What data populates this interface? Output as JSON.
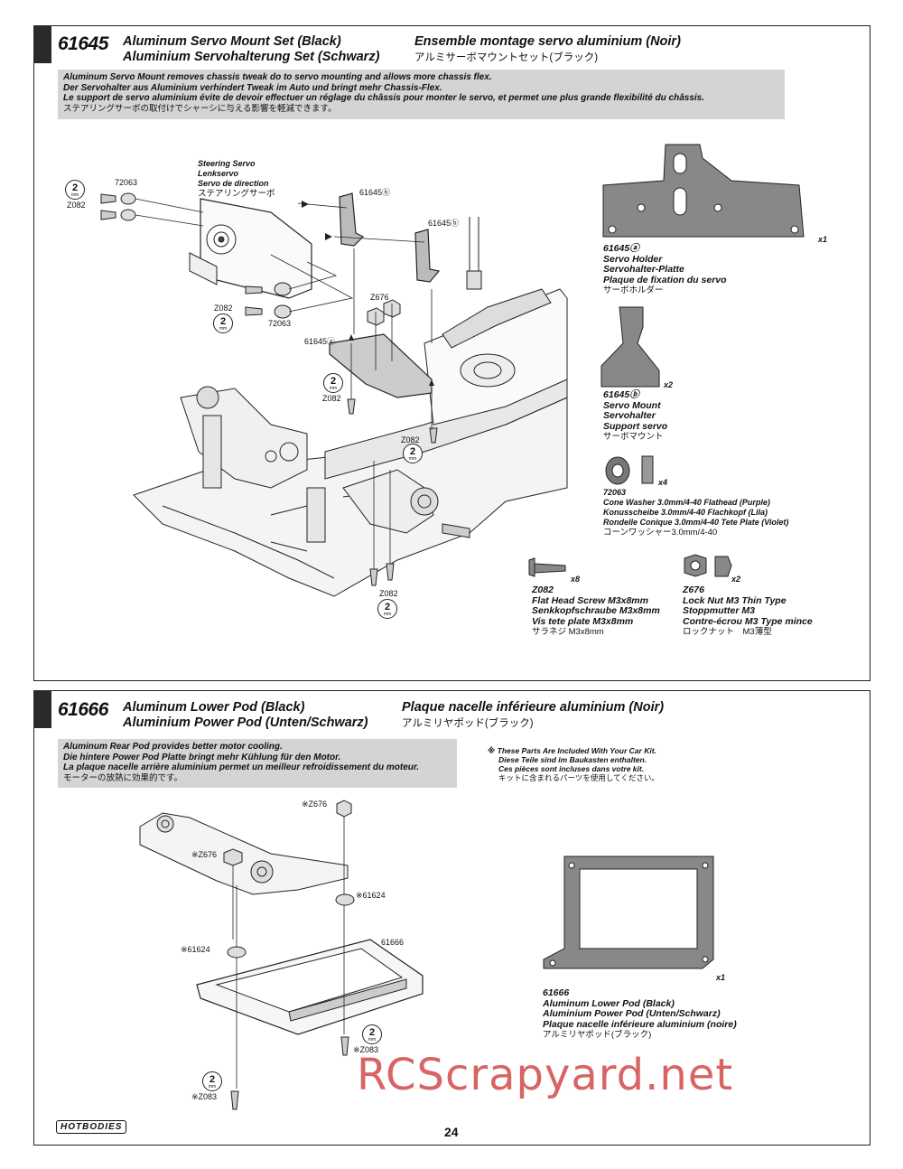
{
  "section1": {
    "part_number": "61645",
    "title_en": "Aluminum Servo Mount Set (Black)",
    "title_de": "Aluminium Servohalterung Set (Schwarz)",
    "title_fr": "Ensemble montage servo aluminium (Noir)",
    "title_jp": "アルミサーボマウントセット(ブラック)",
    "notes": [
      "Aluminum Servo Mount removes chassis tweak do to servo mounting and allows more chassis flex.",
      "Der Servohalter aus Aluminium verhindert Tweak im Auto und bringt mehr Chassis-Flex.",
      "Le support de servo aluminium évite de devoir effectuer un réglage du châssis pour monter le servo, et permet une plus grande flexibilité du châssis.",
      "ステアリングサーボの取付けでシャーシに与える影響を軽減できます。"
    ],
    "steering_servo": [
      "Steering Servo",
      "Lenkservo",
      "Servo de direction",
      "ステアリングサーボ"
    ],
    "labels": {
      "a72063_top": "72063",
      "z082_top": "Z082",
      "p61645b_1": "61645ⓑ",
      "p61645b_2": "61645ⓑ",
      "z676": "Z676",
      "z082_mid": "Z082",
      "a72063_mid": "72063",
      "p61645a": "61645ⓐ",
      "z082_left": "Z082",
      "z082_right": "Z082",
      "z082_bottom": "Z082"
    },
    "wrench_size": "2",
    "wrench_unit": "mm",
    "parts": {
      "servo_holder": {
        "qty": "x1",
        "number": "61645ⓐ",
        "names": [
          "Servo Holder",
          "Servohalter-Platte",
          "Plaque de fixation du servo"
        ],
        "jp": "サーボホルダー"
      },
      "servo_mount": {
        "qty": "x2",
        "number": "61645ⓑ",
        "names": [
          "Servo Mount",
          "Servohalter",
          "Support servo"
        ],
        "jp": "サーボマウント"
      },
      "cone_washer": {
        "qty": "x4",
        "number": "72063",
        "names": [
          "Cone Washer 3.0mm/4-40 Flathead (Purple)",
          "Konusscheibe 3.0mm/4-40 Flachkopf (Lila)",
          "Rondelle Conique 3.0mm/4-40 Tete Plate (Violet)"
        ],
        "jp": "コーンワッシャー3.0mm/4-40"
      },
      "flat_screw": {
        "qty": "x8",
        "number": "Z082",
        "names": [
          "Flat Head Screw M3x8mm",
          "Senkkopfschraube M3x8mm",
          "Vis tete plate M3x8mm"
        ],
        "jp": "サラネジ M3x8mm"
      },
      "lock_nut": {
        "qty": "x2",
        "number": "Z676",
        "names": [
          "Lock Nut M3 Thin Type",
          "Stoppmutter M3",
          "Contre-écrou M3 Type mince"
        ],
        "jp": "ロックナット　M3薄型"
      }
    }
  },
  "section2": {
    "part_number": "61666",
    "title_en": "Aluminum Lower Pod (Black)",
    "title_de": "Aluminium Power Pod (Unten/Schwarz)",
    "title_fr": "Plaque nacelle inférieure aluminium (Noir)",
    "title_jp": "アルミリヤポッド(ブラック)",
    "notes": [
      "Aluminum Rear Pod provides better motor cooling.",
      "Die hintere Power Pod Platte bringt mehr Kühlung für den Motor.",
      "La plaque nacelle arrière aluminium permet un meilleur refroidissement du moteur.",
      "モーターの放熱に効果的です。"
    ],
    "kit_note": [
      "※ These Parts Are Included With Your Car Kit.",
      "Diese Teile sind im Baukasten enthalten.",
      "Ces pièces sont incluses dans votre kit.",
      "キットに含まれるパーツを使用してください。"
    ],
    "labels": {
      "z676_top": "※Z676",
      "z676_mid": "※Z676",
      "p61624_right": "※61624",
      "p61624_left": "※61624",
      "p61666": "61666",
      "z083_right": "※Z083",
      "z083_left": "※Z083"
    },
    "wrench_size": "2",
    "wrench_unit": "mm",
    "part": {
      "qty": "x1",
      "number": "61666",
      "names": [
        "Aluminum Lower Pod (Black)",
        "Aluminium Power Pod (Unten/Schwarz)",
        "Plaque nacelle inférieure aluminium (noire)"
      ],
      "jp": "アルミリヤポッド(ブラック)"
    }
  },
  "footer": {
    "logo": "HOTBODIES",
    "page_number": "24",
    "watermark": "RCScrapyard.net"
  }
}
